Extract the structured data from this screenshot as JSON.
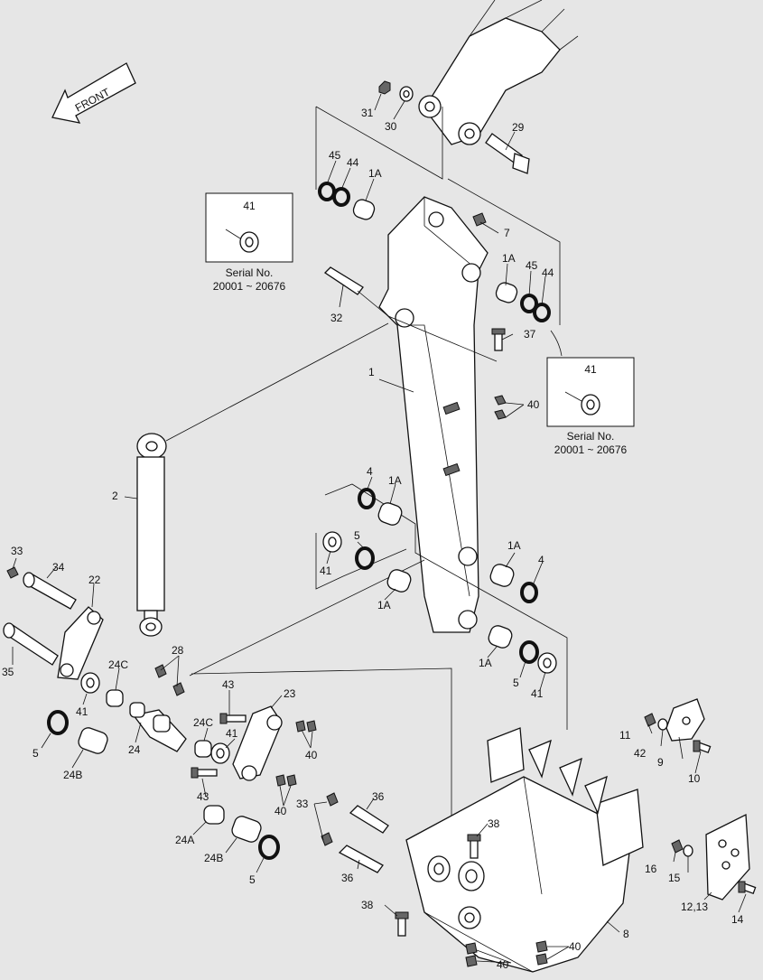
{
  "front_label": "FRONT",
  "callouts": {
    "c31": "31",
    "c30": "30",
    "c29": "29",
    "c45a": "45",
    "c44a": "44",
    "c1Aa": "1A",
    "c7": "7",
    "c1Ab": "1A",
    "c45b": "45",
    "c44b": "44",
    "c32": "32",
    "c37": "37",
    "c1": "1",
    "c40a": "40",
    "c2": "2",
    "c4a": "4",
    "c1Ac": "1A",
    "c5a": "5",
    "c41a": "41",
    "c1Ad": "1A",
    "c4b": "4",
    "c1Ae": "1A",
    "c1Af": "1A",
    "c5b": "5",
    "c41b": "41",
    "c33a": "33",
    "c34": "34",
    "c22": "22",
    "c35": "35",
    "c28": "28",
    "c24C_a": "24C",
    "c41c": "41",
    "c24": "24",
    "c5c": "5",
    "c24B_a": "24B",
    "c43a": "43",
    "c23": "23",
    "c24C_b": "24C",
    "c41d": "41",
    "c40b": "40",
    "c43b": "43",
    "c40c": "40",
    "c24A": "24A",
    "c24B_b": "24B",
    "c5d": "5",
    "c33b": "33",
    "c36a": "36",
    "c36b": "36",
    "c38a": "38",
    "c38b": "38",
    "c40d": "40",
    "c40e": "40",
    "c8": "8",
    "c11": "11",
    "c42": "42",
    "c9": "9",
    "c10": "10",
    "c16": "16",
    "c15": "15",
    "c12_13": "12,13",
    "c14": "14"
  },
  "detail_left": {
    "callout": "41",
    "serial_title": "Serial No.",
    "serial_range": "20001 ~ 20676"
  },
  "detail_right": {
    "callout": "41",
    "serial_title": "Serial No.",
    "serial_range": "20001 ~ 20676"
  }
}
